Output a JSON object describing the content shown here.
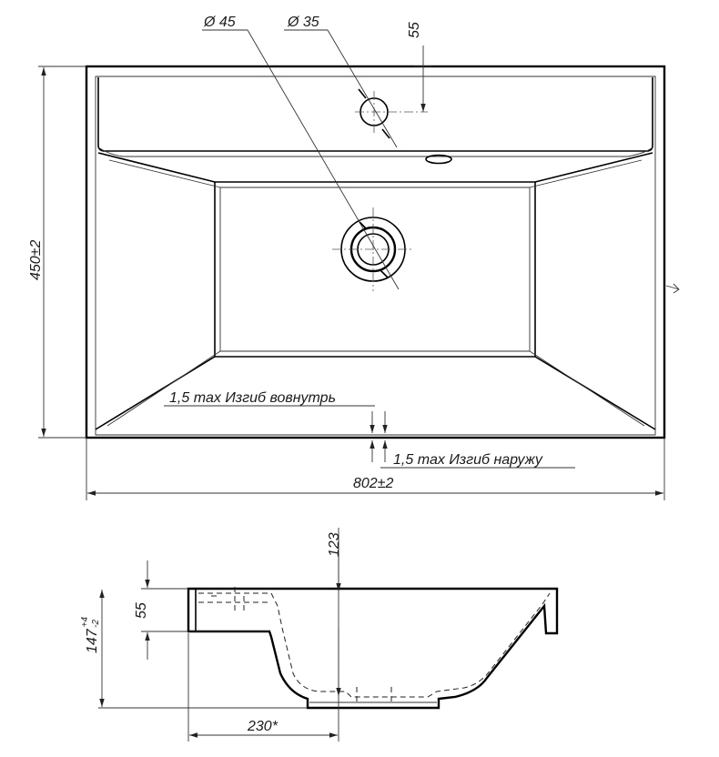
{
  "dimensions": {
    "hole_large": "Ø 45",
    "hole_small": "Ø 35",
    "hole_offset": "55",
    "depth": "450±2",
    "width": "802±2",
    "bend_inward": "1,5  max Изгиб вовнутрь",
    "bend_outward": "1,5  max Изгиб наружу",
    "height": "147",
    "height_tol_upper": "+4",
    "height_tol_lower": "-2",
    "rim_height": "55",
    "bowl_depth": "123",
    "bowl_offset": "230*"
  }
}
